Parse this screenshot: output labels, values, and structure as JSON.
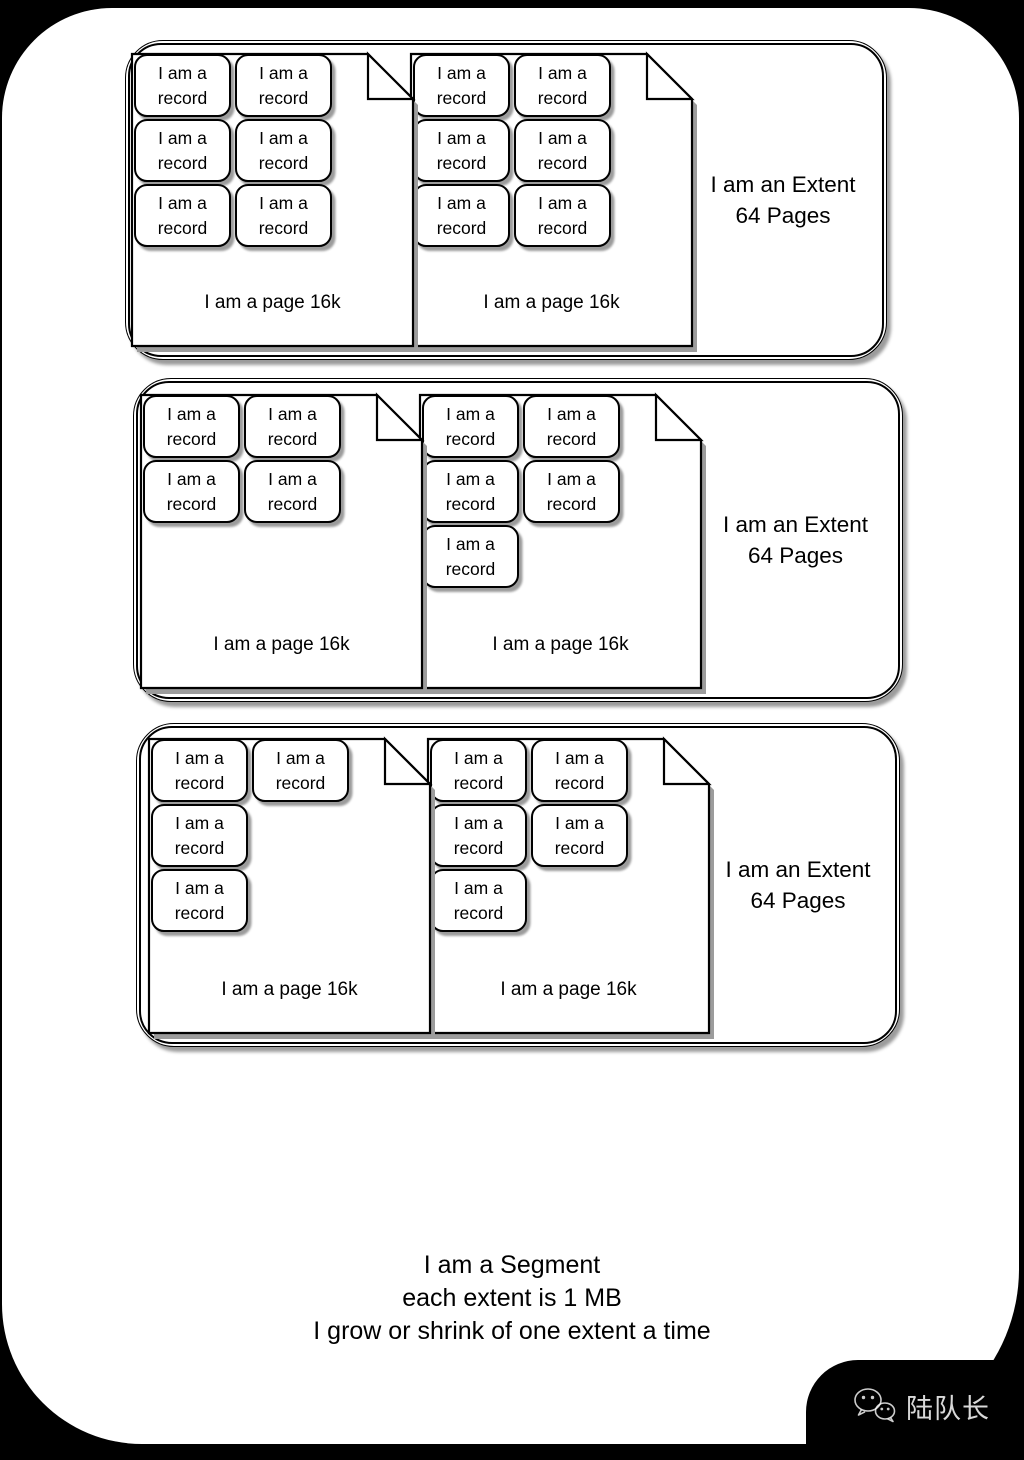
{
  "diagram": {
    "record_text": [
      "I am a",
      "record"
    ],
    "extents": [
      {
        "label": [
          "I am an Extent",
          "64 Pages"
        ],
        "pages": [
          {
            "label": "I am a page 16k",
            "record_rows": [
              2,
              2,
              2
            ]
          },
          {
            "label": "I am a page 16k",
            "record_rows": [
              2,
              2,
              2
            ]
          }
        ]
      },
      {
        "label": [
          "I am an Extent",
          "64 Pages"
        ],
        "pages": [
          {
            "label": "I am a page 16k",
            "record_rows": [
              2,
              2
            ]
          },
          {
            "label": "I am a page 16k",
            "record_rows": [
              2,
              2,
              1
            ]
          }
        ]
      },
      {
        "label": [
          "I am an Extent",
          "64 Pages"
        ],
        "pages": [
          {
            "label": "I am a page 16k",
            "record_rows": [
              2,
              1,
              1
            ]
          },
          {
            "label": "I am a page 16k",
            "record_rows": [
              2,
              2,
              1
            ]
          }
        ]
      }
    ],
    "caption": [
      "I am a Segment",
      "each extent is 1 MB",
      "I grow or shrink of one extent a time"
    ]
  },
  "watermark": {
    "icon": "wechat-icon",
    "text": "陆队长"
  },
  "colors": {
    "background": "#000000",
    "surface": "#ffffff",
    "line": "#000000",
    "shadow": "#9c9c9c",
    "watermark": "#d9d9d9"
  }
}
